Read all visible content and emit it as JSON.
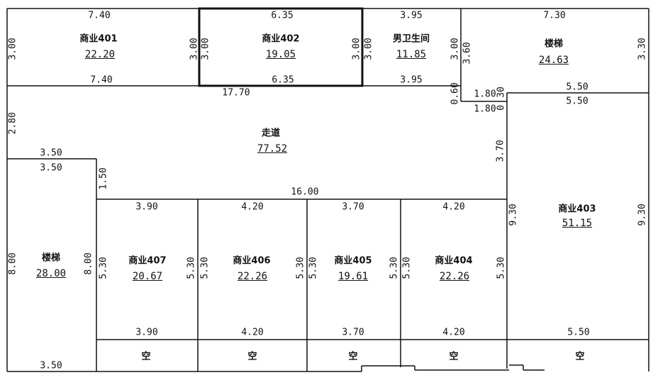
{
  "rooms": {
    "r401": {
      "name": "商业401",
      "area": "22.20"
    },
    "r402": {
      "name": "商业402",
      "area": "19.05"
    },
    "wc": {
      "name": "男卫生间",
      "area": "11.85"
    },
    "stair_top": {
      "name": "楼梯",
      "area": "24.63"
    },
    "corridor": {
      "name": "走道",
      "area": "77.52"
    },
    "stair_left": {
      "name": "楼梯",
      "area": "28.00"
    },
    "r403": {
      "name": "商业403",
      "area": "51.15"
    },
    "r407": {
      "name": "商业407",
      "area": "20.67"
    },
    "r406": {
      "name": "商业406",
      "area": "22.26"
    },
    "r405": {
      "name": "商业405",
      "area": "19.61"
    },
    "r404": {
      "name": "商业404",
      "area": "22.26"
    }
  },
  "empty_label": "空",
  "dims": {
    "d401_top": "7.40",
    "d401_bot": "7.40",
    "d401_left": "3.00",
    "d401_right": "3.00",
    "d402_top": "6.35",
    "d402_bot": "6.35",
    "d402_left": "3.00",
    "d402_right": "3.00",
    "wc_top": "3.95",
    "wc_bot": "3.95",
    "wc_left": "3.00",
    "wc_right": "3.00",
    "st_top": "7.30",
    "st_left": "3.60",
    "st_right": "3.30",
    "cor_top": "17.70",
    "cor_left": "2.80",
    "cor_step": "0.60",
    "s180a": "1.80",
    "s30": "30",
    "s180b": "1.80",
    "s0": "0",
    "r403_top1": "5.50",
    "r403_top2": "5.50",
    "cor_right": "3.70",
    "sl_top1": "3.50",
    "sl_top2": "3.50",
    "cor_small": "1.50",
    "cor_bot": "16.00",
    "sl_left": "8.00",
    "sl_right": "8.00",
    "sl_bot": "3.50",
    "r407_top": "3.90",
    "r407_bot": "3.90",
    "r407_left": "5.30",
    "r407_right": "5.30",
    "r406_top": "4.20",
    "r406_bot": "4.20",
    "r406_left": "5.30",
    "r406_right": "5.30",
    "r405_top": "3.70",
    "r405_bot": "3.70",
    "r405_left": "5.30",
    "r405_right": "5.30",
    "r404_top": "4.20",
    "r404_bot": "4.20",
    "r404_left": "5.30",
    "r404_right": "5.30",
    "r403_left": "9.30",
    "r403_right": "9.30",
    "r403_bot": "5.50"
  }
}
